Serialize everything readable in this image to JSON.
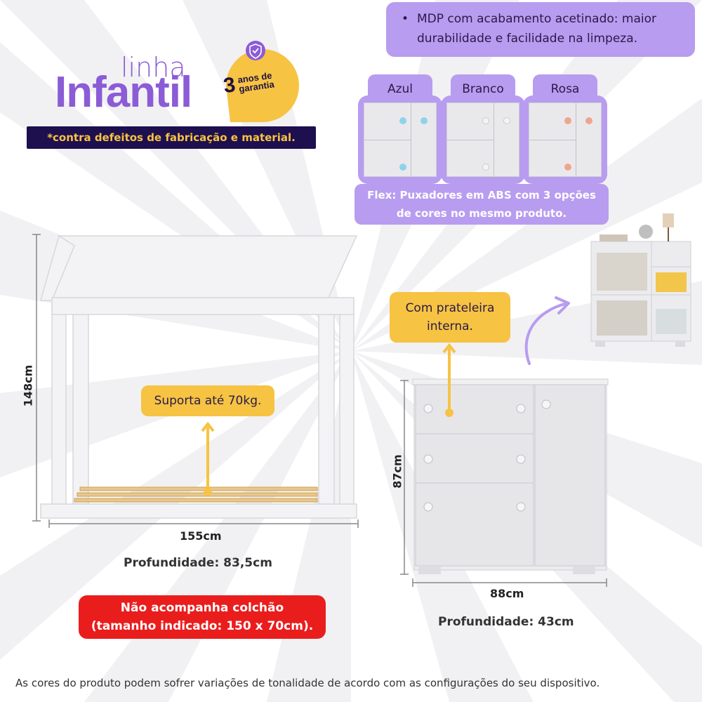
{
  "logo": {
    "linha": "linha",
    "infantil": "Infantil",
    "badge_number": "3",
    "badge_line1": "anos de",
    "badge_line2": "garantia"
  },
  "warranty_note": "*contra defeitos de fabricação e material.",
  "mdp_note": {
    "bullet": "•",
    "line1": "MDP com acabamento acetinado: maior",
    "line2": "durabilidade e facilidade na limpeza."
  },
  "variants": [
    {
      "label": "Azul",
      "knob_color": "#8fd3e8"
    },
    {
      "label": "Branco",
      "knob_color": "#f2f2f2"
    },
    {
      "label": "Rosa",
      "knob_color": "#f0a58f"
    }
  ],
  "flex_note": {
    "line1": "Flex: Puxadores em ABS com 3 opções",
    "line2": "de cores no mesmo produto."
  },
  "bed": {
    "support_note": "Suporta até 70kg.",
    "height": "148cm",
    "width": "155cm",
    "depth": "Profundidade: 83,5cm",
    "mattress_line1": "Não acompanha colchão",
    "mattress_line2": "(tamanho indicado: 150 x 70cm)."
  },
  "cabinet": {
    "shelf_line1": "Com prateleira",
    "shelf_line2": "interna.",
    "height": "87cm",
    "width": "88cm",
    "depth": "Profundidade: 43cm"
  },
  "footer": "As cores do produto podem sofrer variações de tonalidade de acordo com as configurações do seu dispositivo.",
  "colors": {
    "purple": "#8b5cd6",
    "lavender": "#b89cf0",
    "navy": "#1e0f4e",
    "yellow": "#f6c343",
    "red": "#ea1d1d"
  }
}
